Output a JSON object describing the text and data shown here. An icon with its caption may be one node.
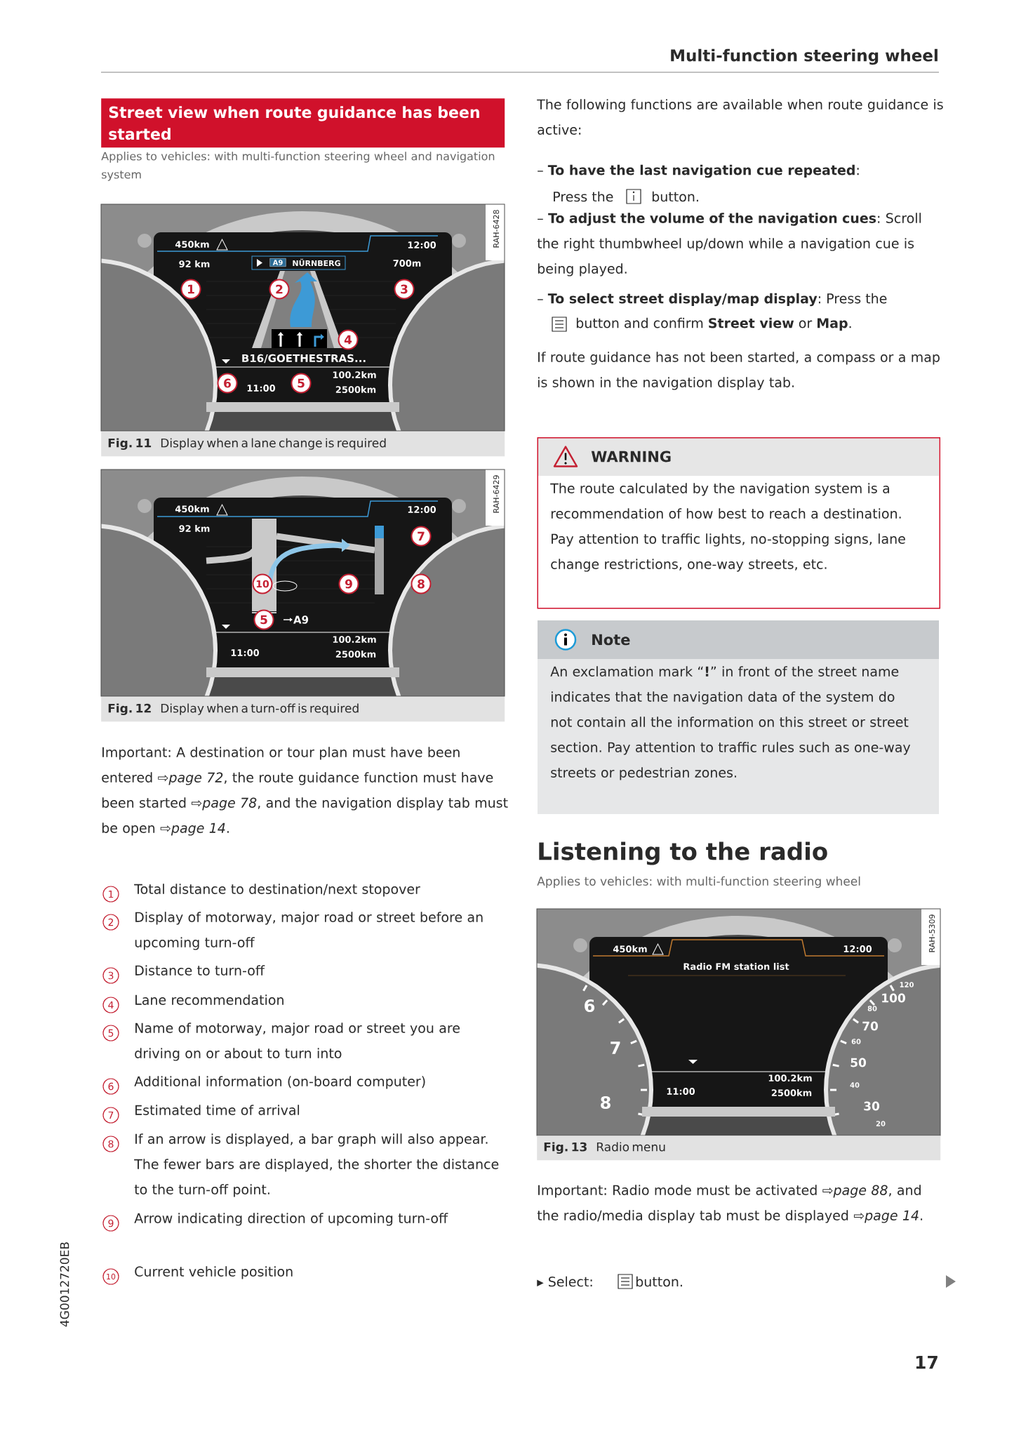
{
  "diagram": {
    "nodes": [
      {
        "text": [
          "Street view when route guidance has been started"
        ],
        "beside": [
          "Applies to vehicles: with multi-function steering wheel and navigation system"
        ]
      },
      {
        "text": [
          "Fig. 11",
          "Display when a lane change is required"
        ]
      },
      {
        "text": [
          "Fig. 12",
          "Display when a turn-off is required"
        ]
      },
      {
        "text": [
          "WARNING",
          "The route calculated by the navigation system is a recommendation of how best to reach a destination. Pay attention to traffic lights, no-stopping signs, lane change restrictions, one-way streets, etc."
        ]
      },
      {
        "text": [
          "Note",
          "An exclamation mark “**!**” in front of the street name indicates that the navigation data of the system do not contain all the information on this street or street section. Pay attention to traffic rules such as one-way streets or pedestrian zones."
        ]
      },
      {
        "text": [
          "Fig. 13",
          "Radio menu"
        ]
      }
    ],
    "labels": [
      "Multi-function steering wheel",
      "450km",
      "12:00",
      "92 km",
      "A9",
      "NÜRNBERG",
      "700m",
      "1",
      "2",
      "3",
      "4",
      "B16/GOETHESTRAS...",
      "6",
      "5",
      "100.2km",
      "11:00",
      "2500km",
      "RAH-6428",
      "450km",
      "12:00",
      "92 km",
      "7",
      "10",
      "9",
      "8",
      "5",
      "A9",
      "100.2km",
      "11:00",
      "2500km",
      "RAH-6429",
      "Important: A destination or tour plan must have been entered ⇨*page 72*, the route guidance function must have been started ⇨*page 78*, and the navigation display tab must be open ⇨*page 14*.",
      "1",
      "Total distance to destination/next stopover",
      "2",
      "Display of motorway, major road or street before an upcoming turn-off",
      "3",
      "Distance to turn-off",
      "4",
      "Lane recommendation",
      "5",
      "Name of motorway, major road or street you are driving on or about to turn into",
      "6",
      "Additional information (on-board computer)",
      "7",
      "Estimated time of arrival",
      "8",
      "If an arrow is displayed, a bar graph will also appear. The fewer bars are displayed, the shorter the distance to the turn-off point.",
      "9",
      "Arrow indicating direction of upcoming turn-off",
      "10",
      "Current vehicle position",
      "The following functions are available when route guidance is active:",
      "– **To have the last navigation cue repeated**:",
      "Press the",
      "button.",
      "– **To adjust the volume of the navigation cues**: Scroll the right thumbwheel up/down while a navigation cue is being played.",
      "– **To select street display/map display**: Press the",
      "button and confirm **Street view** or **Map**.",
      "If route guidance has not been started, a compass or a map is shown in the navigation display tab.",
      "Listening to the radio",
      "Applies to vehicles: with multi-function steering wheel",
      "450km",
      "12:00",
      "Radio FM station list",
      "6",
      "7",
      "8",
      "120",
      "100",
      "80",
      "70",
      "60",
      "50",
      "40",
      "30",
      "20",
      "100.2km",
      "11:00",
      "2500km",
      "RAH-5309",
      "Important: Radio mode must be activated ⇨*page 88*, and the radio/media display tab must be displayed ⇨*page 14*.",
      "▸ Select:",
      "button.",
      "17",
      "4G0012720EB"
    ]
  }
}
